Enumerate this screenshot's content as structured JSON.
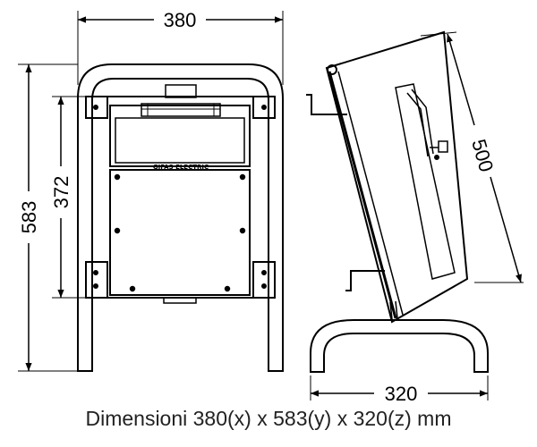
{
  "dimensions": {
    "front_width": "380",
    "front_height": "583",
    "front_panel_height": "372",
    "side_length": "500",
    "side_depth": "320"
  },
  "nameplate": "GIFAS ELECTRIC",
  "caption": "Dimensioni 380(x) x 583(y) x 320(z) mm",
  "colors": {
    "line": "#000000",
    "background": "#ffffff"
  }
}
